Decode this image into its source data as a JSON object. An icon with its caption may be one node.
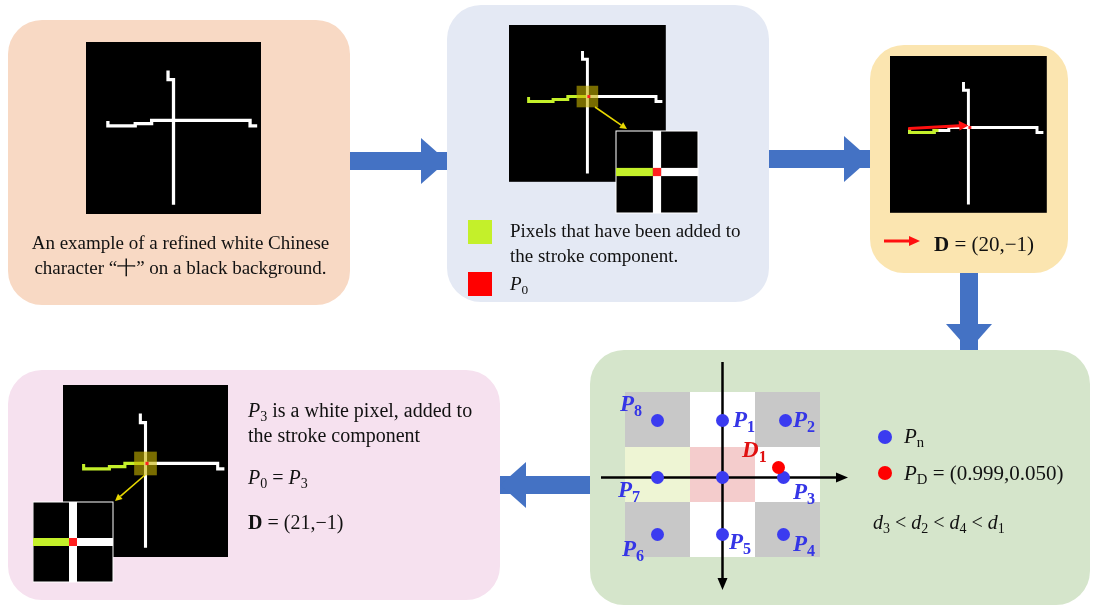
{
  "diagram": {
    "nodes": [
      {
        "text": [
          "An example of a refined white Chinese character “十” on a black background."
        ]
      },
      {
        "text": [],
        "shape": "box"
      },
      {
        "text": [],
        "shape": "box"
      },
      {
        "text": [],
        "shape": "box"
      },
      {
        "text": [
          "*P*$_{3}$ is a white pixel, added to the stroke component",
          "*P*$_{0}$ = *P*$_{3}$",
          "**D** = (21,−1)"
        ]
      }
    ],
    "edges": [
      {
        "from": 0,
        "to": 1,
        "arrow": "to"
      },
      {
        "from": 1,
        "to": 2,
        "arrow": "to"
      },
      {
        "from": 2,
        "to": 3,
        "arrow": "to"
      },
      {
        "from": 3,
        "to": 4,
        "arrow": "to"
      }
    ],
    "labels": [
      "P$_{8}$",
      "P$_{1}$",
      "P$_{2}$",
      "D$_{1}$",
      "P$_{7}$",
      "P$_{3}$",
      "P$_{6}$",
      "P$_{5}$",
      "P$_{4}$",
      "*d*$_{3}$ < *d*$_{2}$ < *d*$_{4}$ < *d*$_{1}$"
    ],
    "legend": [
      {
        "text": "Pixels that have been added to the stroke component.",
        "color": "#c4f02a"
      },
      {
        "text": "*P*$_{0}$",
        "color": "#ff0000"
      },
      {
        "text": "**D** = (20,−1)"
      },
      {
        "text": "*P*$_{n}$",
        "color": "#3b3bf0"
      },
      {
        "text": "*P*$_{D}$ = (0.999,0.050)",
        "color": "#ff0000"
      }
    ]
  }
}
